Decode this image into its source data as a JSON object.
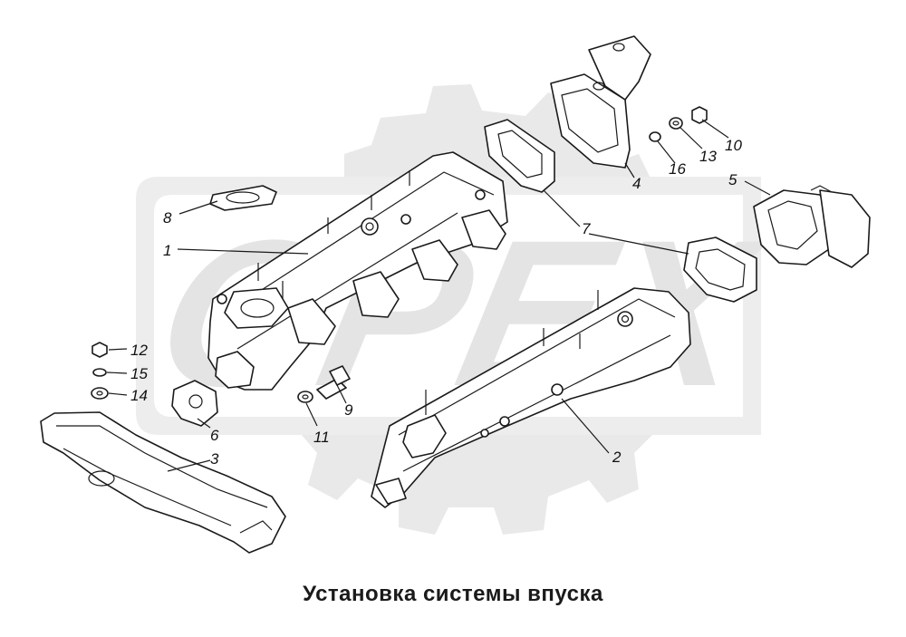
{
  "caption": "Установка системы впуска",
  "watermark": {
    "text": "OPEX",
    "color": "#e6e6e6"
  },
  "callouts": {
    "p1": "1",
    "p2": "2",
    "p3": "3",
    "p4": "4",
    "p5": "5",
    "p6": "6",
    "p7": "7",
    "p8": "8",
    "p9": "9",
    "p10": "10",
    "p11": "11",
    "p12": "12",
    "p13": "13",
    "p14": "14",
    "p15": "15",
    "p16": "16"
  }
}
